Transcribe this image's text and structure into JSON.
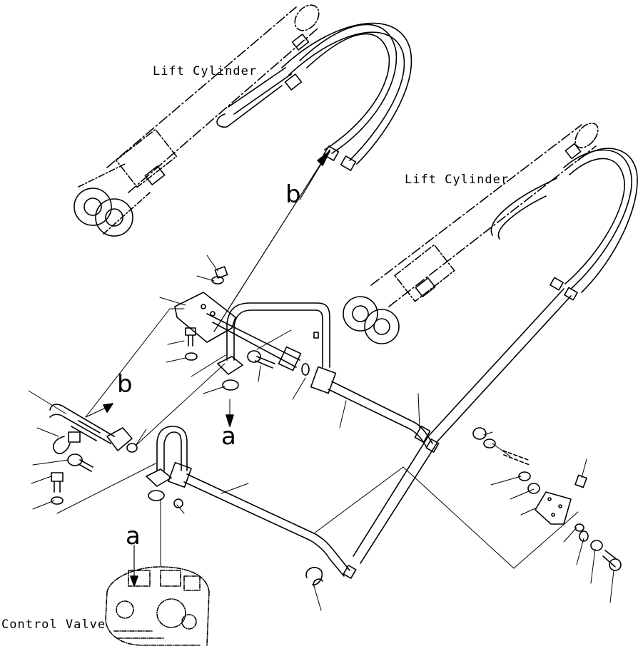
{
  "labels": {
    "lift_cylinder_left": "Lift Cylinder",
    "lift_cylinder_right": "Lift Cylinder",
    "control_valve": "Control Valve"
  },
  "refs": {
    "b_top": "b",
    "b_left": "b",
    "a_center": "a",
    "a_bottom": "a"
  }
}
